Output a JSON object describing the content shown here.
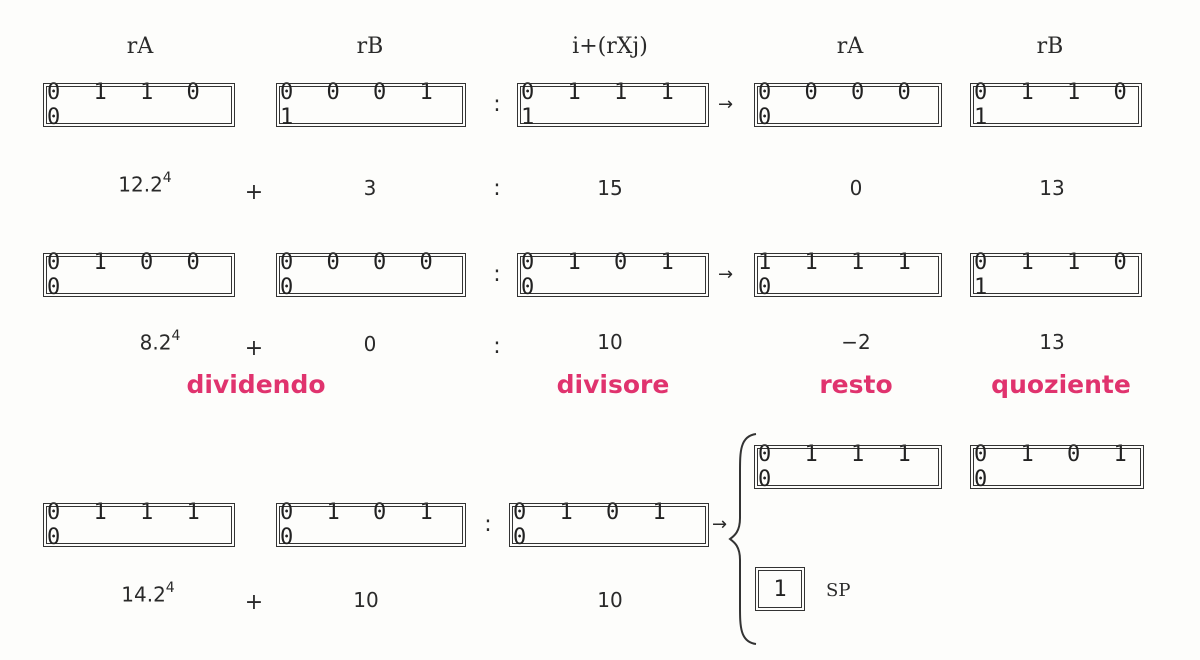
{
  "headers": [
    "rA",
    "rB",
    "i+(rXj)",
    "rA",
    "rB"
  ],
  "row1": {
    "regs": [
      "0 1 1 0 0",
      "0 0 0 1 1",
      "0 1 1 1 1",
      "0 0 0 0 0",
      "0 1 1 0 1"
    ],
    "vals": {
      "a_base": "12.2",
      "a_exp": "4",
      "plus": "+",
      "b": "3",
      "colon": ":",
      "d": "15",
      "r": "0",
      "q": "13"
    }
  },
  "row2": {
    "regs": [
      "0 1 0 0 0",
      "0 0 0 0 0",
      "0 1 0 1 0",
      "1 1 1 1 0",
      "0 1 1 0 1"
    ],
    "vals": {
      "a_base": "8.2",
      "a_exp": "4",
      "plus": "+",
      "b": "0",
      "colon": ":",
      "d": "10",
      "r": "−2",
      "q": "13"
    }
  },
  "labels": {
    "dividend": "dividendo",
    "divisor": "divisore",
    "remainder": "resto",
    "quotient": "quoziente"
  },
  "row3": {
    "regs": [
      "0 1 1 1 0",
      "0 1 0 1 0",
      "0 1 0 1 0"
    ],
    "result_regs": [
      "0 1 1 1 0",
      "0 1 0 1 0"
    ],
    "flag": "1",
    "flag_label": "SP",
    "vals": {
      "a_base": "14.2",
      "a_exp": "4",
      "plus": "+",
      "b": "10",
      "d": "10"
    }
  },
  "symbols": {
    "colon": ":",
    "arrow": "→"
  },
  "colors": {
    "accent": "#e0336e",
    "ink": "#2a2a2a"
  }
}
